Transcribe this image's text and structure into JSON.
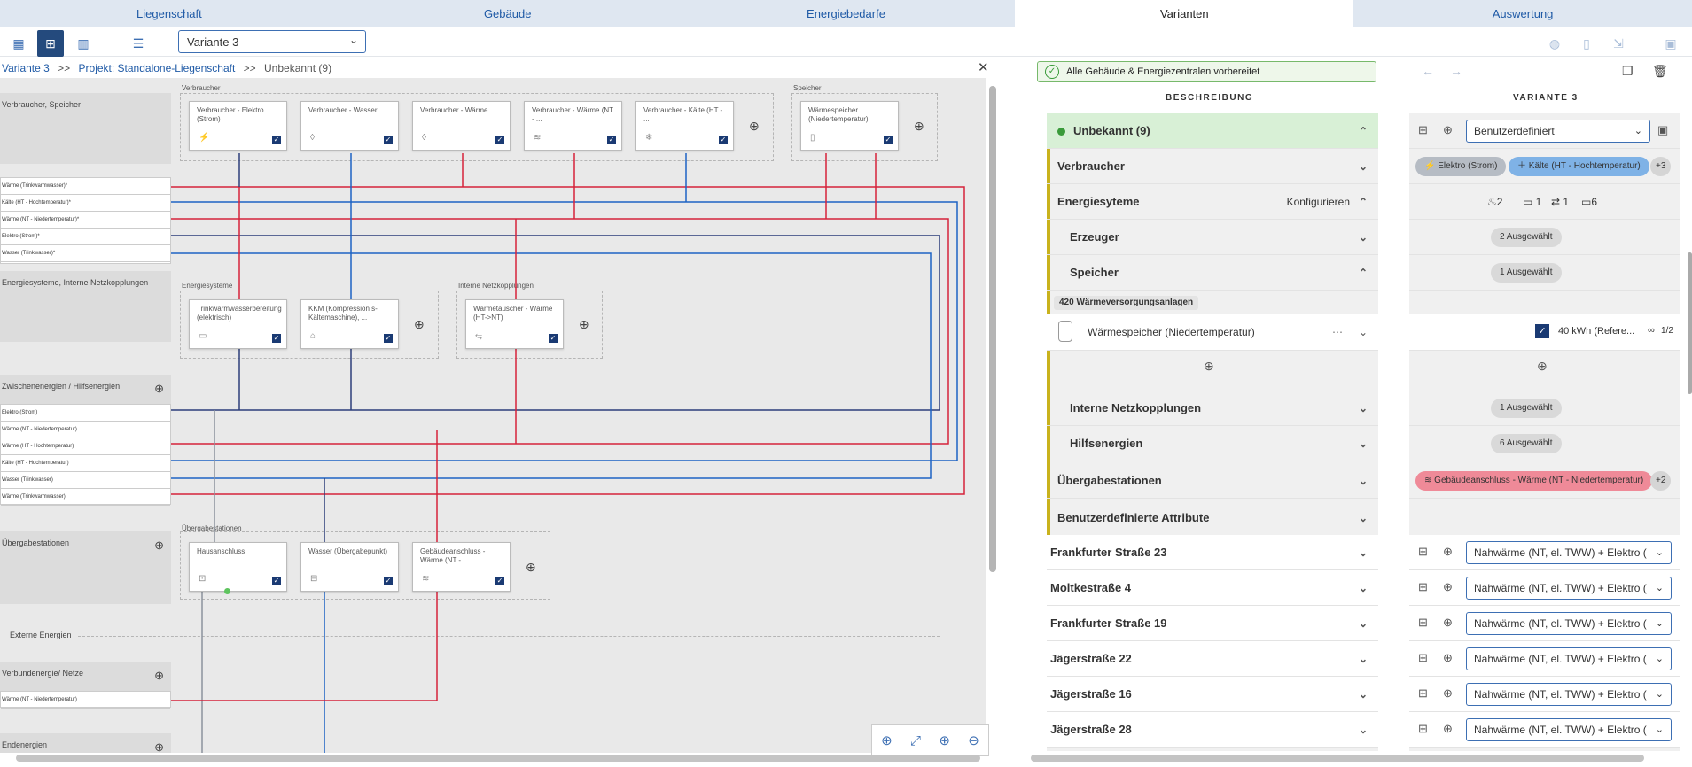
{
  "topnav": {
    "tabs": [
      "Liegenschaft",
      "Gebäude",
      "Energiebedarfe",
      "Varianten",
      "Auswertung"
    ],
    "active": "Varianten"
  },
  "toolbar": {
    "variant_select": "Variante 3"
  },
  "breadcrumb": {
    "items": [
      "Variante 3",
      "Projekt: Standalone-Liegenschaft",
      "Unbekannt (9)"
    ],
    "separator": ">>"
  },
  "canvas": {
    "rows": {
      "verbraucher_speicher": "Verbraucher, Speicher",
      "energiesysteme": "Energiesysteme, Interne Netzkopplungen",
      "zwischenenergien": "Zwischenenergien / Hilfsenergien",
      "uebergabestationen": "Übergabestationen",
      "externe": "Externe Energien",
      "verbundenergie": "Verbundenergie/ Netze",
      "endenergien": "Endenergien"
    },
    "list1": [
      "Wärme (Trinkwarmwasser)*",
      "Kälte (HT - Hochtemperatur)*",
      "Wärme (NT - Niedertemperatur)*",
      "Elektro (Strom)*",
      "Wasser (Trinkwasser)*"
    ],
    "list2": [
      "Elektro (Strom)",
      "Wärme (NT - Niedertemperatur)",
      "Wärme (HT - Hochtemperatur)",
      "Kälte (HT - Hochtemperatur)",
      "Wasser (Trinkwasser)",
      "Wärme (Trinkwarmwasser)"
    ],
    "list3": [
      "Wärme (NT - Niedertemperatur)"
    ],
    "groups": {
      "verbraucher": "Verbraucher",
      "speicher": "Speicher",
      "energiesysteme": "Energiesysteme",
      "netz": "Interne Netzkopplungen",
      "uebergabe": "Übergabestationen"
    },
    "nodes": {
      "n1": "Verbraucher - Elektro (Strom)",
      "n2": "Verbraucher - Wasser ...",
      "n3": "Verbraucher - Wärme ...",
      "n4": "Verbraucher - Wärme (NT - ...",
      "n5": "Verbraucher - Kälte (HT - ...",
      "n6": "Wärmespeicher (Niedertemperatur)",
      "n7": "Trinkwarmwasserbereitung (elektrisch)",
      "n8": "KKM (Kompression s-Kältemaschine), ...",
      "n9": "Wärmetauscher - Wärme (HT->NT)",
      "n10": "Hausanschluss",
      "n11": "Wasser (Übergabepunkt)",
      "n12": "Gebäudeanschluss - Wärme (NT - ..."
    },
    "colors": {
      "red": "#d6223a",
      "blue": "#1d63c4",
      "navy": "#2c3e7a",
      "grey": "#8c939e"
    }
  },
  "panel": {
    "status": "Alle Gebäude & Energiezentralen vorbereitet",
    "desc_header": "BESCHREIBUNG",
    "var_header": "VARIANTE 3",
    "building": "Unbekannt (9)",
    "verbraucher": "Verbraucher",
    "energiesysteme": "Energiesyteme",
    "konfigurieren": "Konfigurieren",
    "erzeuger": "Erzeuger",
    "speicher": "Speicher",
    "anlagen_badge": "420 Wärmeversorgungsanlagen",
    "speicher_item": "Wärmespeicher (Niedertemperatur)",
    "netz": "Interne Netzkopplungen",
    "hilfs": "Hilfsenergien",
    "uebergabe": "Übergabestationen",
    "attribute": "Benutzerdefinierte Attribute",
    "buildings": [
      "Frankfurter Straße 23",
      "Moltkestraße 4",
      "Frankfurter Straße 19",
      "Jägerstraße 22",
      "Jägerstraße 16",
      "Jägerstraße 28"
    ],
    "variant": {
      "select_main": "Benutzerdefiniert",
      "pill_elektro": "Elektro (Strom)",
      "pill_kaelte": "Kälte (HT - Hochtemperatur)",
      "pill_more": "+3",
      "stats": {
        "a": "2",
        "b": "1",
        "c": "1",
        "d": "6"
      },
      "erzeuger_sel": "2 Ausgewählt",
      "speicher_sel": "1 Ausgewählt",
      "speicher_value": "40 kWh (Refere...",
      "speicher_ratio": "1/2",
      "netz_sel": "1 Ausgewählt",
      "hilfs_sel": "6 Ausgewählt",
      "pill_gebaeude": "Gebäudeanschluss - Wärme (NT - Niedertemperatur)",
      "pill_more2": "+2",
      "building_select": "Nahwärme (NT, el. TWW) + Elektro ("
    }
  }
}
